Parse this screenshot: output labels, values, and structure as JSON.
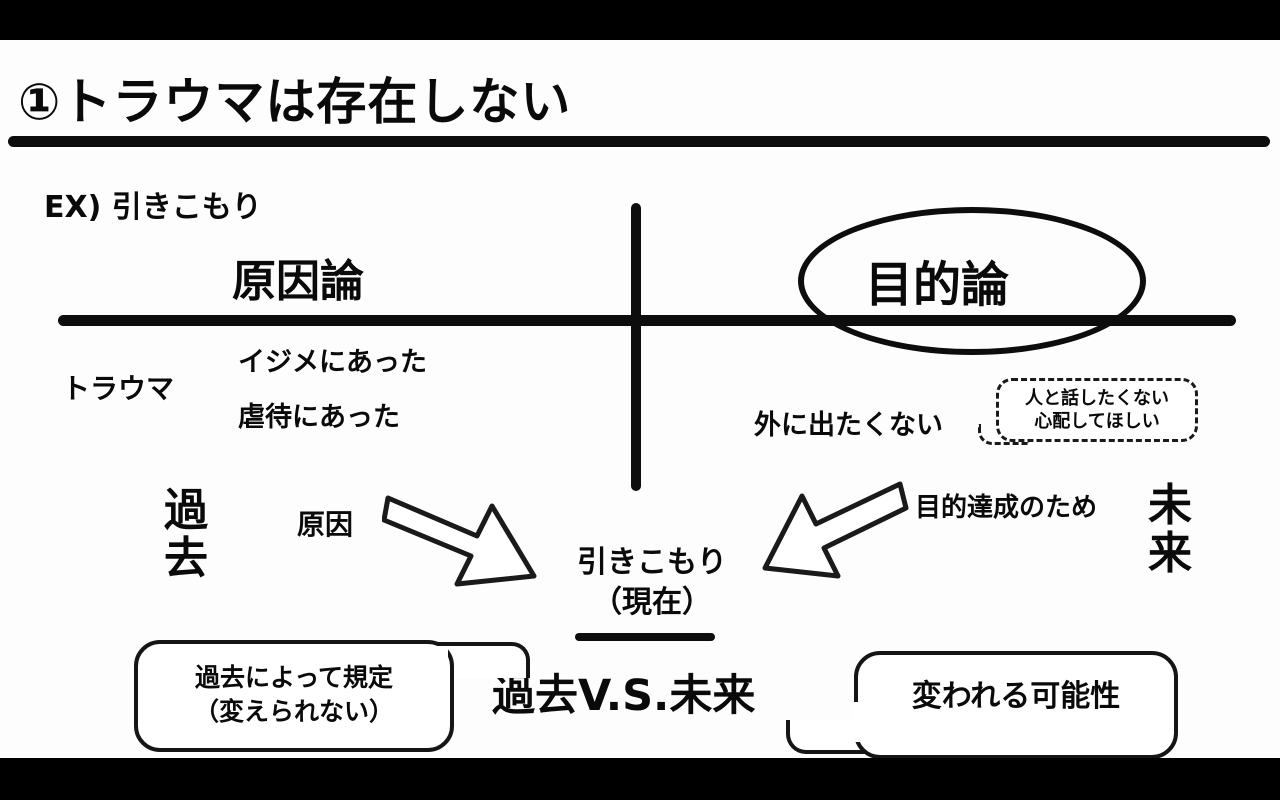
{
  "slide": {
    "title": "①トラウマは存在しない",
    "example_label": "EX) 引きこもり",
    "left_column": {
      "theory": "原因論",
      "axis_label": "トラウマ",
      "items": [
        "イジメにあった",
        "虐待にあった"
      ],
      "time_label": "過\n去",
      "arrow_label": "原因",
      "bubble": "過去によって規定\n（変えられない）"
    },
    "right_column": {
      "theory": "目的論",
      "items": [
        "外に出たくない"
      ],
      "callout": "人と話したくない\n心配してほしい",
      "time_label": "未\n来",
      "arrow_label": "目的達成のため",
      "bubble": "変われる可能性"
    },
    "center": {
      "state": "引きこもり\n（現在）",
      "comparison": "過去V.S.未来"
    },
    "colors": {
      "ink": "#0d0d0d",
      "paper": "#fdfdfd",
      "letterbox": "#000000"
    }
  }
}
